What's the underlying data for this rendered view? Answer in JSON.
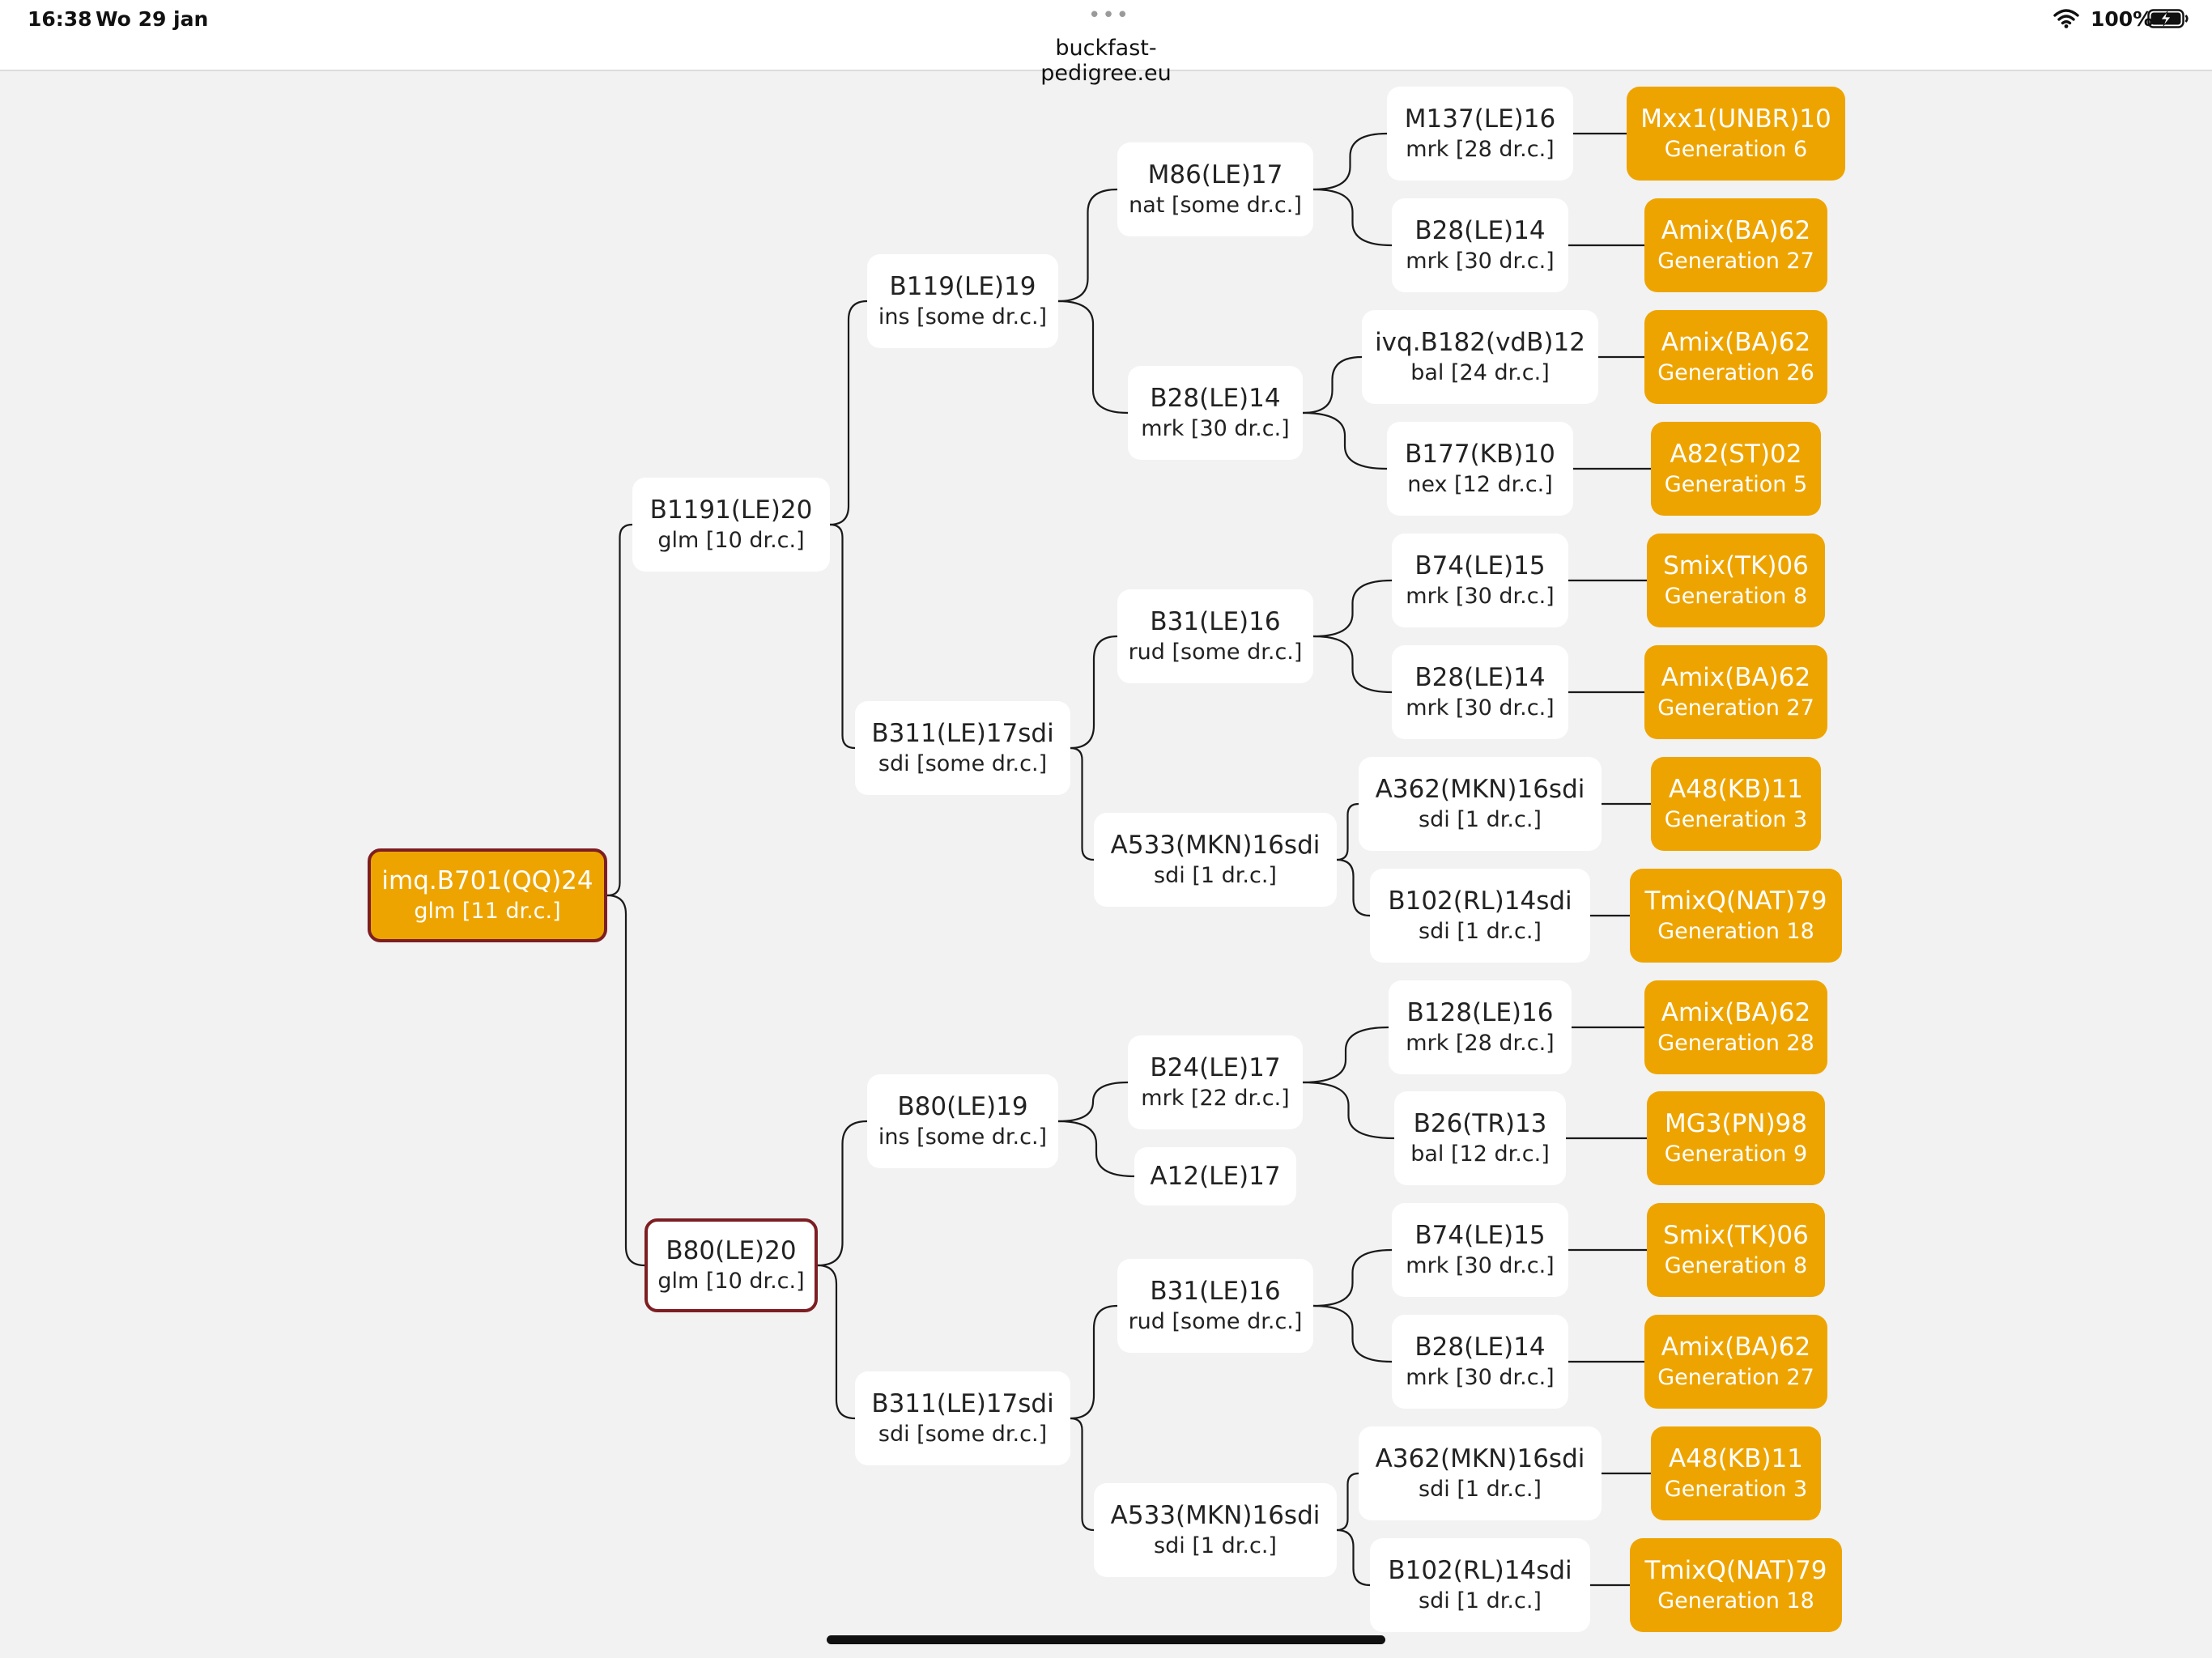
{
  "status_bar": {
    "time": "16:38",
    "date": "Wo 29 jan",
    "url": "buckfast-pedigree.eu",
    "tab_dots": "•••",
    "battery_percent": "100%",
    "wifi_icon": "wifi-icon",
    "battery_icon": "battery-charging-icon"
  },
  "colors": {
    "page_bg": "#f2f2f2",
    "node_bg": "#ffffff",
    "founder_gold": "#eea400",
    "selected_border": "#7d1e22",
    "link": "#1a1a1a"
  },
  "tree": {
    "nodes": [
      {
        "id": "root",
        "name": "imq.B701(QQ)24",
        "detail": "glm [11 dr.c.]",
        "style": "gold",
        "selected": true,
        "parent": null
      },
      {
        "id": "a1",
        "name": "B1191(LE)20",
        "detail": "glm [10 dr.c.]",
        "parent": "root"
      },
      {
        "id": "a2",
        "name": "B80(LE)20",
        "detail": "glm [10 dr.c.]",
        "selected": true,
        "parent": "root"
      },
      {
        "id": "b1",
        "name": "B119(LE)19",
        "detail": "ins [some dr.c.]",
        "parent": "a1"
      },
      {
        "id": "b2",
        "name": "B311(LE)17sdi",
        "detail": "sdi [some dr.c.]",
        "parent": "a1"
      },
      {
        "id": "b3",
        "name": "B80(LE)19",
        "detail": "ins [some dr.c.]",
        "parent": "a2"
      },
      {
        "id": "b4",
        "name": "B311(LE)17sdi",
        "detail": "sdi [some dr.c.]",
        "parent": "a2"
      },
      {
        "id": "c1",
        "name": "M86(LE)17",
        "detail": "nat [some dr.c.]",
        "parent": "b1"
      },
      {
        "id": "c2",
        "name": "B28(LE)14",
        "detail": "mrk [30 dr.c.]",
        "parent": "b1"
      },
      {
        "id": "c3",
        "name": "B31(LE)16",
        "detail": "rud [some dr.c.]",
        "parent": "b2"
      },
      {
        "id": "c4",
        "name": "A533(MKN)16sdi",
        "detail": "sdi [1 dr.c.]",
        "parent": "b2"
      },
      {
        "id": "c5",
        "name": "B24(LE)17",
        "detail": "mrk [22 dr.c.]",
        "parent": "b3"
      },
      {
        "id": "c6",
        "name": "A12(LE)17",
        "detail": "",
        "parent": "b3"
      },
      {
        "id": "c7",
        "name": "B31(LE)16",
        "detail": "rud [some dr.c.]",
        "parent": "b4"
      },
      {
        "id": "c8",
        "name": "A533(MKN)16sdi",
        "detail": "sdi [1 dr.c.]",
        "parent": "b4"
      },
      {
        "id": "d1",
        "name": "M137(LE)16",
        "detail": "mrk [28 dr.c.]",
        "parent": "c1"
      },
      {
        "id": "d2",
        "name": "B28(LE)14",
        "detail": "mrk [30 dr.c.]",
        "parent": "c1"
      },
      {
        "id": "d3",
        "name": "ivq.B182(vdB)12",
        "detail": "bal [24 dr.c.]",
        "parent": "c2"
      },
      {
        "id": "d4",
        "name": "B177(KB)10",
        "detail": "nex [12 dr.c.]",
        "parent": "c2"
      },
      {
        "id": "d5",
        "name": "B74(LE)15",
        "detail": "mrk [30 dr.c.]",
        "parent": "c3"
      },
      {
        "id": "d6",
        "name": "B28(LE)14",
        "detail": "mrk [30 dr.c.]",
        "parent": "c3"
      },
      {
        "id": "d7",
        "name": "A362(MKN)16sdi",
        "detail": "sdi [1 dr.c.]",
        "parent": "c4"
      },
      {
        "id": "d8",
        "name": "B102(RL)14sdi",
        "detail": "sdi [1 dr.c.]",
        "parent": "c4"
      },
      {
        "id": "d9",
        "name": "B128(LE)16",
        "detail": "mrk [28 dr.c.]",
        "parent": "c5"
      },
      {
        "id": "d10",
        "name": "B26(TR)13",
        "detail": "bal [12 dr.c.]",
        "parent": "c5"
      },
      {
        "id": "d11",
        "name": "B74(LE)15",
        "detail": "mrk [30 dr.c.]",
        "parent": "c7"
      },
      {
        "id": "d12",
        "name": "B28(LE)14",
        "detail": "mrk [30 dr.c.]",
        "parent": "c7"
      },
      {
        "id": "d13",
        "name": "A362(MKN)16sdi",
        "detail": "sdi [1 dr.c.]",
        "parent": "c8"
      },
      {
        "id": "d14",
        "name": "B102(RL)14sdi",
        "detail": "sdi [1 dr.c.]",
        "parent": "c8"
      },
      {
        "id": "e1",
        "name": "Mxx1(UNBR)10",
        "detail": "Generation 6",
        "style": "gold",
        "parent": "d1"
      },
      {
        "id": "e2",
        "name": "Amix(BA)62",
        "detail": "Generation 27",
        "style": "gold",
        "parent": "d2"
      },
      {
        "id": "e3",
        "name": "Amix(BA)62",
        "detail": "Generation 26",
        "style": "gold",
        "parent": "d3"
      },
      {
        "id": "e4",
        "name": "A82(ST)02",
        "detail": "Generation 5",
        "style": "gold",
        "parent": "d4"
      },
      {
        "id": "e5",
        "name": "Smix(TK)06",
        "detail": "Generation 8",
        "style": "gold",
        "parent": "d5"
      },
      {
        "id": "e6",
        "name": "Amix(BA)62",
        "detail": "Generation 27",
        "style": "gold",
        "parent": "d6"
      },
      {
        "id": "e7",
        "name": "A48(KB)11",
        "detail": "Generation 3",
        "style": "gold",
        "parent": "d7"
      },
      {
        "id": "e8",
        "name": "TmixQ(NAT)79",
        "detail": "Generation 18",
        "style": "gold",
        "parent": "d8"
      },
      {
        "id": "e9",
        "name": "Amix(BA)62",
        "detail": "Generation 28",
        "style": "gold",
        "parent": "d9"
      },
      {
        "id": "e10",
        "name": "MG3(PN)98",
        "detail": "Generation 9",
        "style": "gold",
        "parent": "d10"
      },
      {
        "id": "e11",
        "name": "Smix(TK)06",
        "detail": "Generation 8",
        "style": "gold",
        "parent": "d11"
      },
      {
        "id": "e12",
        "name": "Amix(BA)62",
        "detail": "Generation 27",
        "style": "gold",
        "parent": "d12"
      },
      {
        "id": "e13",
        "name": "A48(KB)11",
        "detail": "Generation 3",
        "style": "gold",
        "parent": "d13"
      },
      {
        "id": "e14",
        "name": "TmixQ(NAT)79",
        "detail": "Generation 18",
        "style": "gold",
        "parent": "d14"
      }
    ]
  }
}
